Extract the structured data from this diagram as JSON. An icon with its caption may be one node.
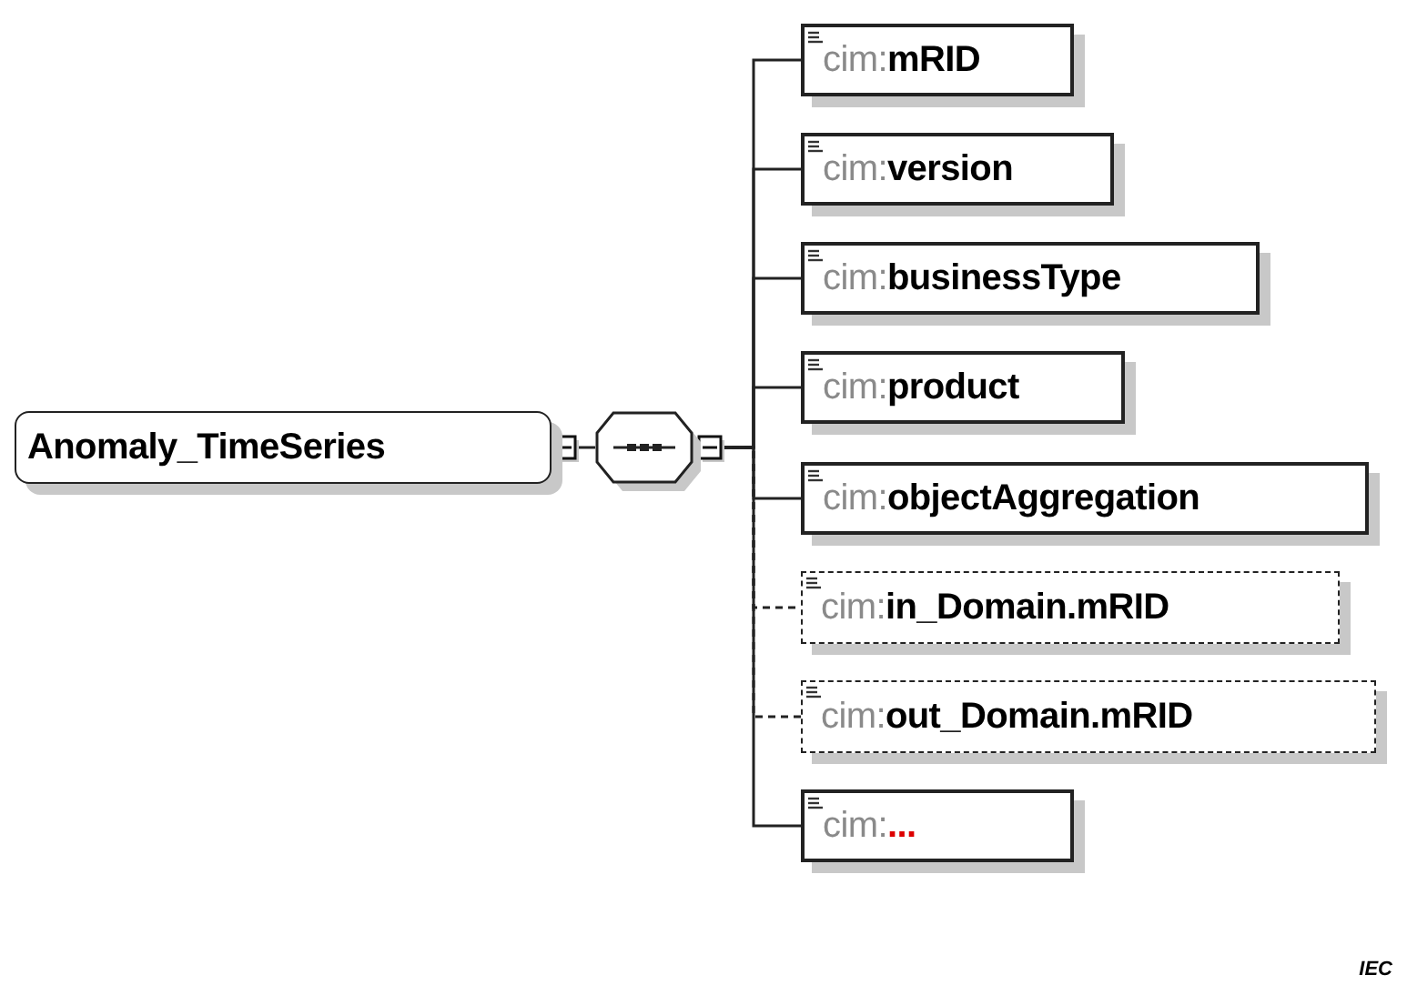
{
  "diagram": {
    "nodes": [
      {
        "text": [
          "Anomaly_TimeSeries"
        ]
      },
      {
        "text": [],
        "shape": "octagon"
      },
      {
        "text": [
          "cim:**mRID**"
        ]
      },
      {
        "text": [
          "cim:**version**"
        ]
      },
      {
        "text": [
          "cim:**businessType**"
        ]
      },
      {
        "text": [
          "cim:**product**"
        ]
      },
      {
        "text": [
          "cim:**objectAggregation**"
        ]
      },
      {
        "text": [
          "cim:**in_Domain.mRID**"
        ]
      },
      {
        "text": [
          "cim:**out_Domain.mRID**"
        ]
      },
      {
        "text": [
          "cim:**...**"
        ]
      }
    ],
    "edges": [
      {
        "from": 0,
        "to": 1,
        "arrow": "none"
      },
      {
        "from": 1,
        "to": 2,
        "arrow": "none"
      },
      {
        "from": 1,
        "to": 3,
        "arrow": "none"
      },
      {
        "from": 1,
        "to": 4,
        "arrow": "none"
      },
      {
        "from": 1,
        "to": 5,
        "arrow": "none"
      },
      {
        "from": 1,
        "to": 6,
        "arrow": "none"
      },
      {
        "from": 1,
        "to": 7,
        "arrow": "none",
        "style": "dashed"
      },
      {
        "from": 1,
        "to": 8,
        "arrow": "none",
        "style": "dashed"
      },
      {
        "from": 1,
        "to": 9,
        "arrow": "none"
      }
    ],
    "labels": [
      "IEC"
    ]
  }
}
